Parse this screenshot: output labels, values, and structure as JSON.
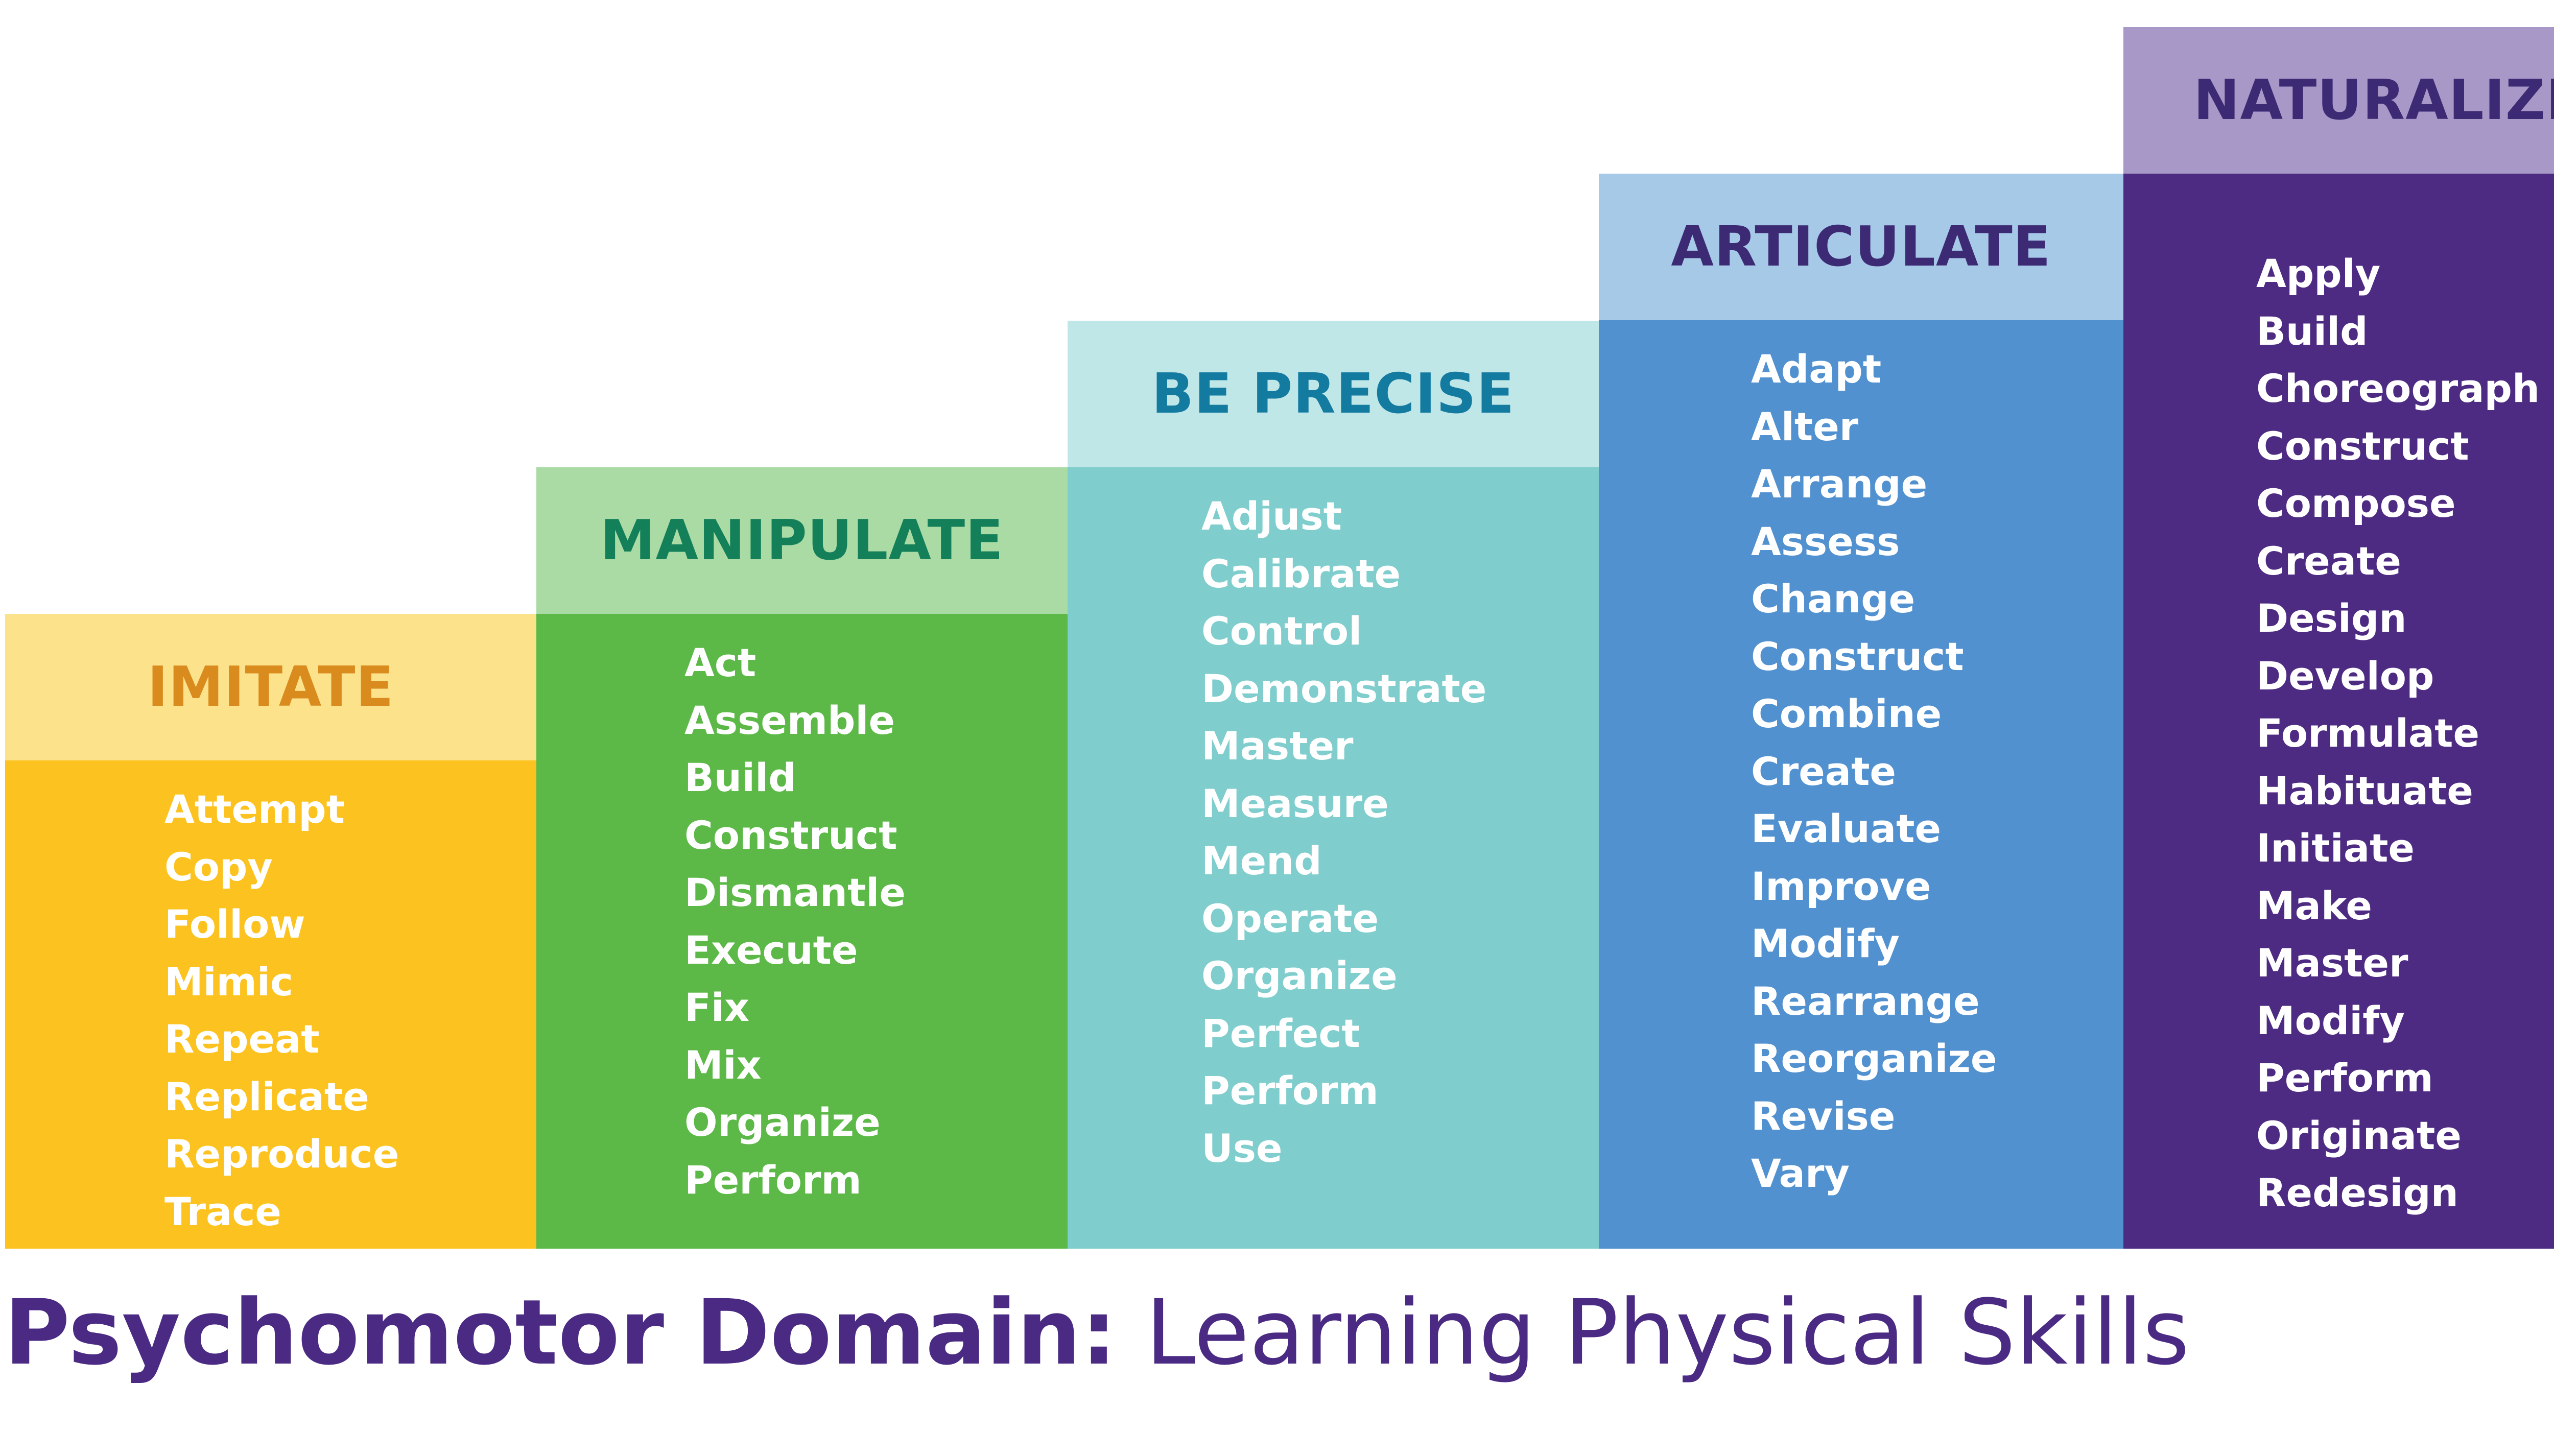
{
  "steps": [
    {
      "title": "IMITATE",
      "verbs": [
        "Attempt",
        "Copy",
        "Follow",
        "Mimic",
        "Repeat",
        "Replicate",
        "Reproduce",
        "Trace"
      ]
    },
    {
      "title": "MANIPULATE",
      "verbs": [
        "Act",
        "Assemble",
        "Build",
        "Construct",
        "Dismantle",
        "Execute",
        "Fix",
        "Mix",
        "Organize",
        "Perform"
      ]
    },
    {
      "title": "BE PRECISE",
      "verbs": [
        "Adjust",
        "Calibrate",
        "Control",
        "Demonstrate",
        "Master",
        "Measure",
        "Mend",
        "Operate",
        "Organize",
        "Perfect",
        "Perform",
        "Use"
      ]
    },
    {
      "title": "ARTICULATE",
      "verbs": [
        "Adapt",
        "Alter",
        "Arrange",
        "Assess",
        "Change",
        "Construct",
        "Combine",
        "Create",
        "Evaluate",
        "Improve",
        "Modify",
        "Rearrange",
        "Reorganize",
        "Revise",
        "Vary"
      ]
    },
    {
      "title": "NATURALIZE",
      "verbs": [
        "Apply",
        "Build",
        "Choreograph",
        "Construct",
        "Compose",
        "Create",
        "Design",
        "Develop",
        "Formulate",
        "Habituate",
        "Initiate",
        "Make",
        "Master",
        "Modify",
        "Perform",
        "Originate",
        "Redesign"
      ]
    }
  ],
  "title": {
    "bold": "Psychomotor Domain:",
    "light": " Learning Physical Skills"
  },
  "colors": {
    "imitate_header": "#fde28c",
    "imitate_body": "#fcc220",
    "imitate_text": "#d98b1e",
    "manipulate_header": "#aadba5",
    "manipulate_body": "#5cb947",
    "manipulate_text": "#14805a",
    "be_precise_header": "#c0e7e8",
    "be_precise_body": "#80cdcd",
    "be_precise_text": "#137aa0",
    "articulate_header": "#a7c9e8",
    "articulate_body": "#5291cf",
    "articulate_text": "#3d2a74",
    "naturalize_header": "#a898c7",
    "naturalize_body": "#4e2b82",
    "naturalize_text": "#3d2a74",
    "title": "#4a2a83"
  }
}
